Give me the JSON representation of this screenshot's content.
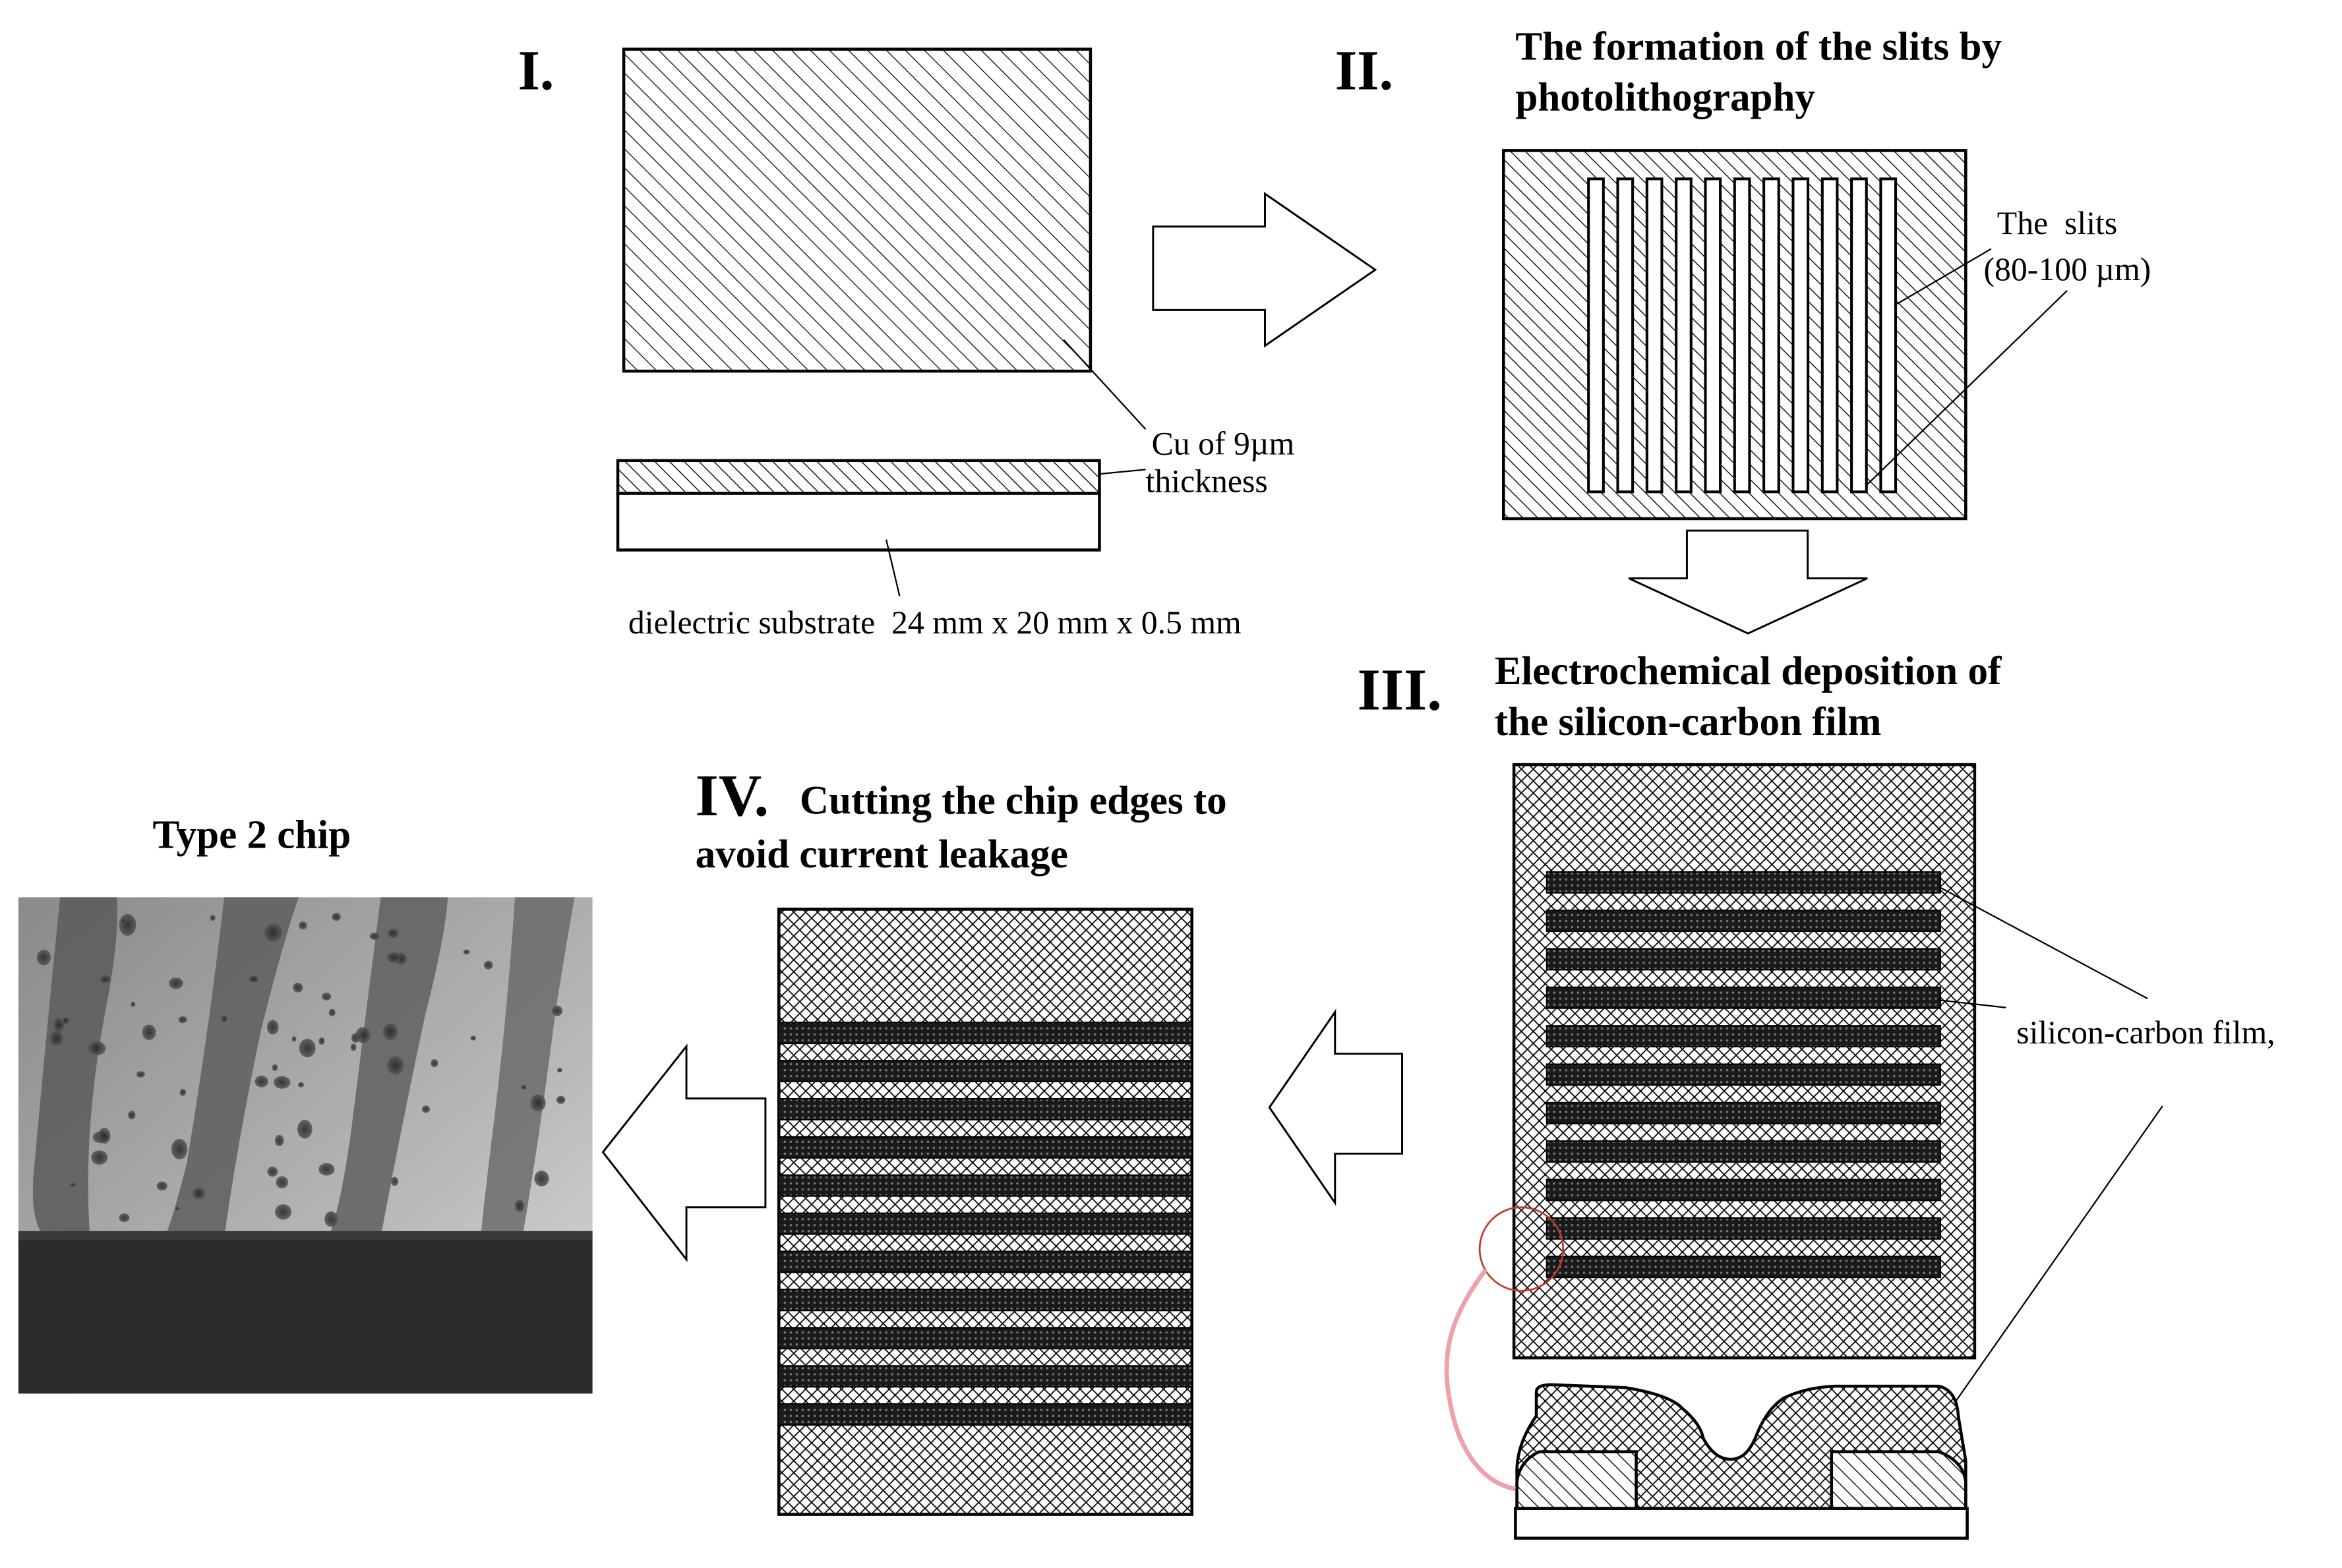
{
  "steps": {
    "step1": {
      "numeral": "I."
    },
    "step2": {
      "numeral": "II.",
      "title_line1": "The formation of the slits by",
      "title_line2": "photolithography"
    },
    "step3": {
      "numeral": "III.",
      "title_line1": "Electrochemical deposition of",
      "title_line2": "the silicon-carbon film"
    },
    "step4": {
      "numeral": "IV.",
      "title_line1": "Cutting the chip edges to",
      "title_line2": "avoid current leakage"
    },
    "result": {
      "title": "Type 2 chip"
    }
  },
  "annotations": {
    "cu_line1": "Cu of 9µm",
    "cu_line2": "thickness",
    "substrate": "dielectric substrate  24 mm x 20 mm x 0.5 mm",
    "slits_line1": "The  slits",
    "slits_line2": "(80-100 µm)",
    "film": "silicon-carbon film,"
  },
  "colors": {
    "ink": "#000000",
    "highlight_circle": "#c0392b",
    "connector": "#f0a0a8",
    "micrograph_light": "#bdbdbd",
    "micrograph_dark": "#2a2a2a"
  }
}
